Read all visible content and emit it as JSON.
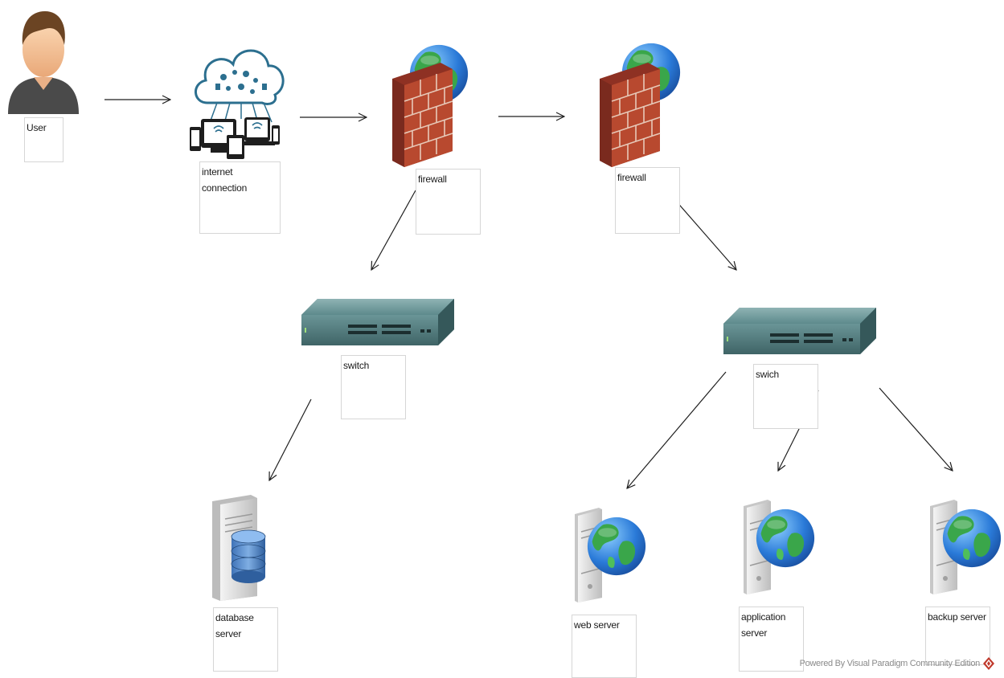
{
  "nodes": {
    "user": "User",
    "internet": "internet connection",
    "firewall_1": "firewall",
    "firewall_2": "firewall",
    "switch_1": "switch",
    "switch_2": "swich",
    "database_server": "database server",
    "web_server": "web server",
    "application_server": "application server",
    "backup_server": "backup server"
  },
  "footer": "Powered By  Visual Paradigm Community Edition",
  "icons": [
    "user-icon",
    "cloud-devices-icon",
    "firewall-globe-icon",
    "network-switch-icon",
    "database-server-icon",
    "web-server-globe-icon"
  ],
  "colors": {
    "brick": "#a83d2e",
    "switch": "#4f7b7e",
    "globe": "#2f7bd6",
    "arrow": "#1f1f1f",
    "logo": "#c0392b"
  }
}
